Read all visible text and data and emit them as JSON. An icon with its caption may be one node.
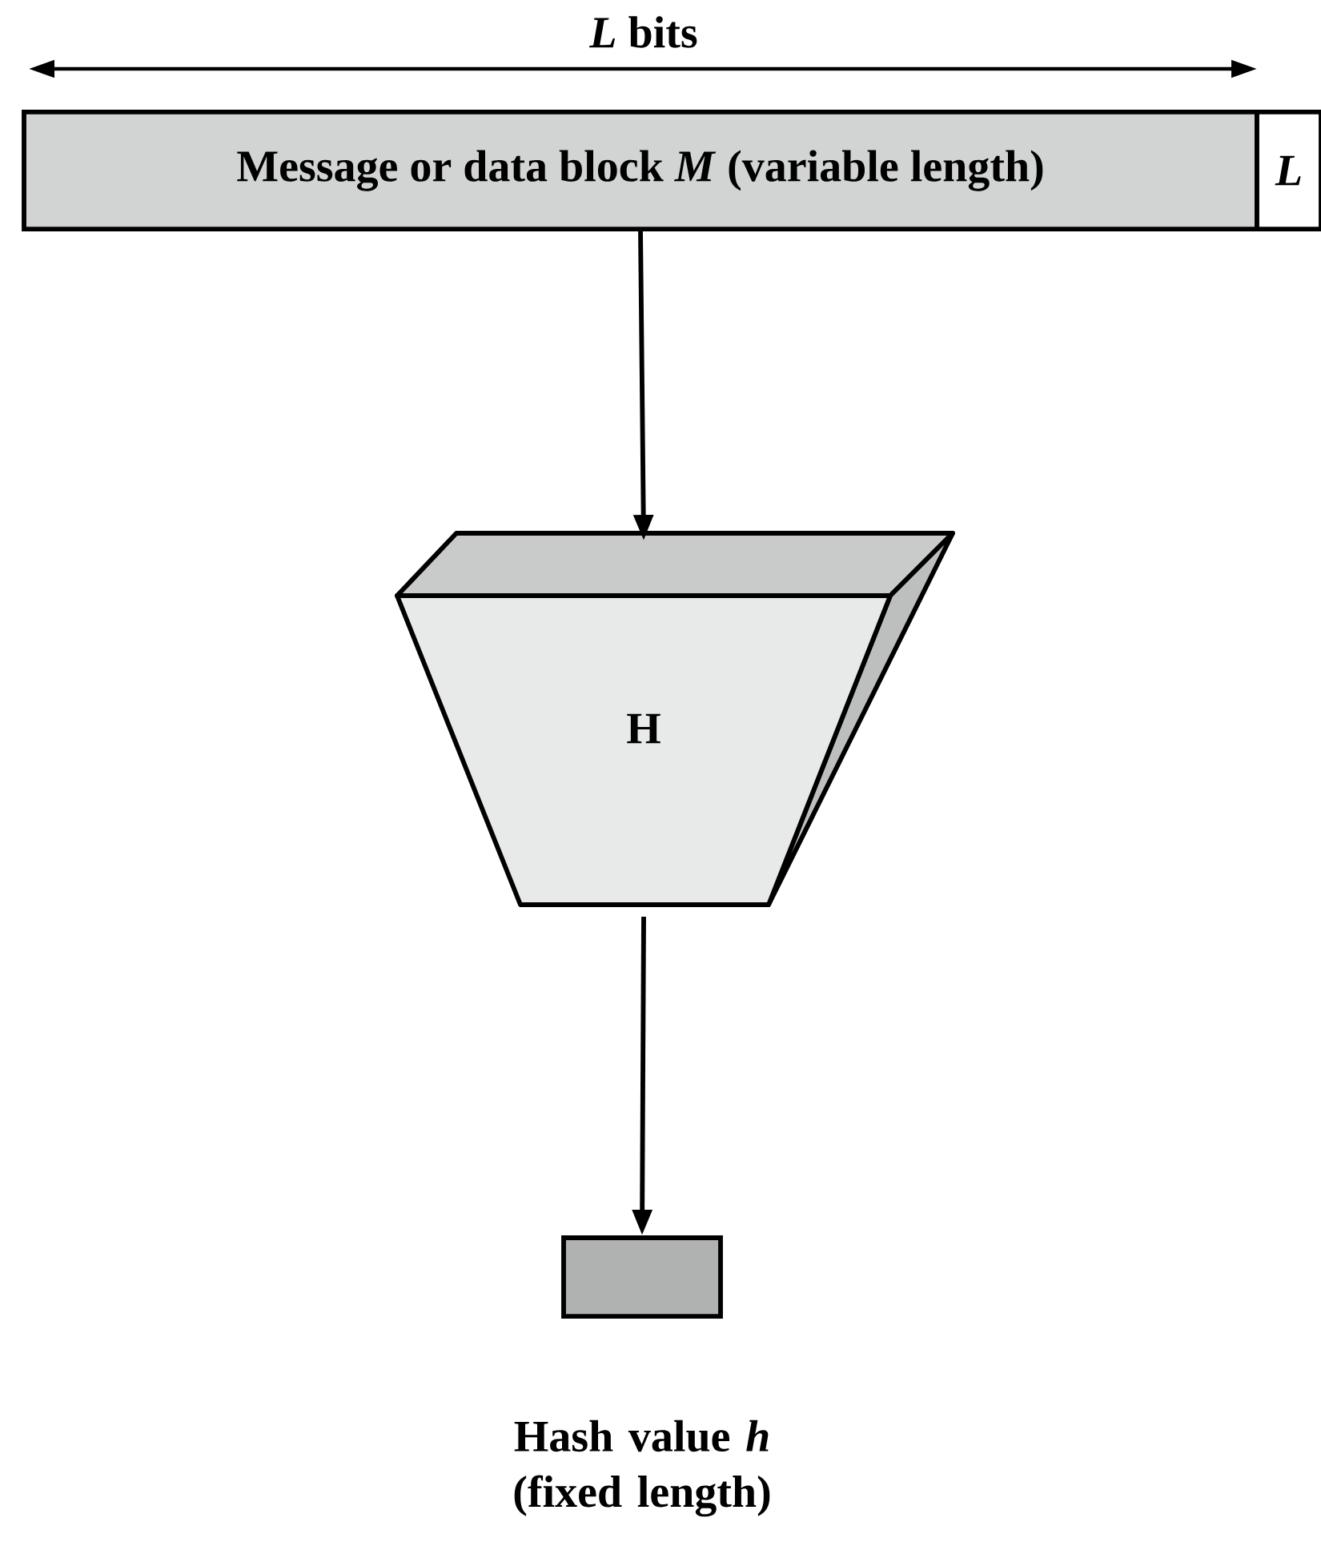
{
  "diagram": {
    "nodes": [
      {
        "text": [
          "Message or data block *M* (variable length)"
        ]
      },
      {
        "text": [
          "L"
        ]
      },
      {
        "text": [
          "H"
        ]
      },
      {
        "text": [],
        "shape": "box",
        "beside": [
          "Hash value *h* (fixed length)"
        ]
      }
    ],
    "edges": [
      {
        "from": 0,
        "to": 2,
        "arrow": "to"
      },
      {
        "from": 2,
        "to": 3,
        "arrow": "to"
      }
    ],
    "labels": [
      "*L* bits"
    ]
  }
}
